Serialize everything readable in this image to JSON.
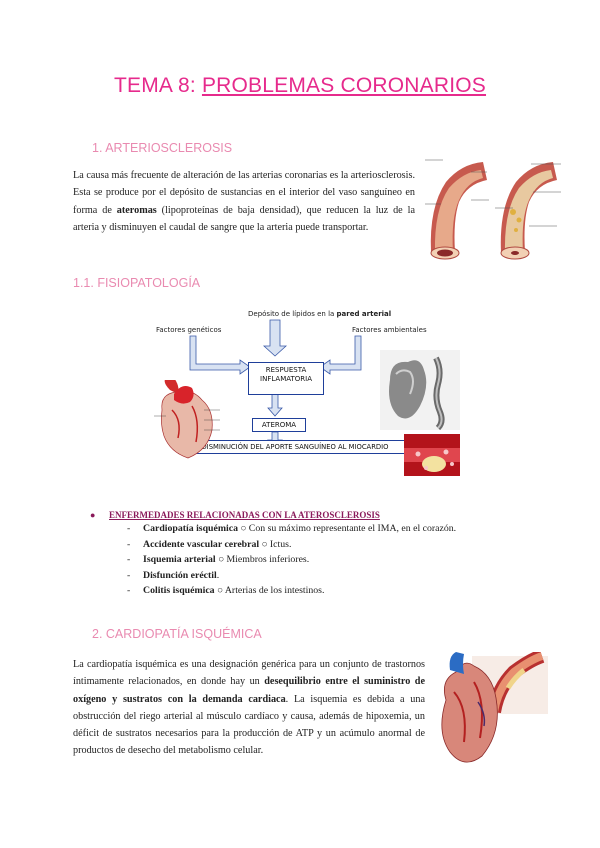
{
  "title": {
    "prefix": "TEMA 8: ",
    "main": "PROBLEMAS CORONARIOS"
  },
  "section1": {
    "heading": "1.  ARTERIOSCLEROSIS",
    "p1": "La causa más frecuente de alteración de las arterias coronarias es la arteriosclerosis. Esta se produce por el depósito de sustancias en el interior del vaso sanguíneo en forma de ",
    "p_bold": "ateromas",
    "p2": " (lipoproteínas de baja densidad), que reducen la luz de la arteria y disminuyen el caudal de sangre que la arteria puede transportar."
  },
  "section11": {
    "heading": "1.1. FISIOPATOLOGÍA"
  },
  "diagram": {
    "top_plain": "Depósito de lípidos en la ",
    "top_bold": "pared arterial",
    "factores_geneticos": "Factores genéticos",
    "factores_ambientales": "Factores ambientales",
    "respuesta": "RESPUESTA INFLAMATORIA",
    "ateroma": "ATEROMA",
    "disminucion": "DISMINUCIÓN DEL APORTE SANGUÍNEO AL MIOCARDIO"
  },
  "enfermedades": {
    "title": "ENFERMEDADES RELACIONADAS CON LA ATEROSCLEROSIS",
    "items": [
      {
        "bold": "Cardiopatía isquémica",
        "rest": " ○ Con su máximo representante el IMA, en el corazón."
      },
      {
        "bold": "Accidente vascular cerebral",
        "rest": " ○ Ictus."
      },
      {
        "bold": "Isquemia arterial",
        "rest": " ○ Miembros inferiores."
      },
      {
        "bold": "Disfunción eréctil",
        "rest": "."
      },
      {
        "bold": "Colitis isquémica",
        "rest": " ○ Arterias de los intestinos."
      }
    ]
  },
  "section2": {
    "heading": "2.  CARDIOPATÍA ISQUÉMICA",
    "p1": "La cardiopatía isquémica es una designación genérica para un conjunto de trastornos íntimamente relacionados, en donde hay un ",
    "p_bold": "desequilibrio entre el suministro de oxígeno y sustratos con la demanda cardiaca",
    "p2": ". La isquemia es debida a una obstrucción del riego arterial al músculo cardíaco y causa, además de hipoxemia, un déficit de sustratos necesarios para la producción de ATP y un acúmulo anormal de productos de desecho del metabolismo celular."
  },
  "colors": {
    "title": "#e62a8c",
    "heading": "#e98ab0",
    "bullet": "#8a1a5a",
    "flow": "#1f3f9a"
  }
}
